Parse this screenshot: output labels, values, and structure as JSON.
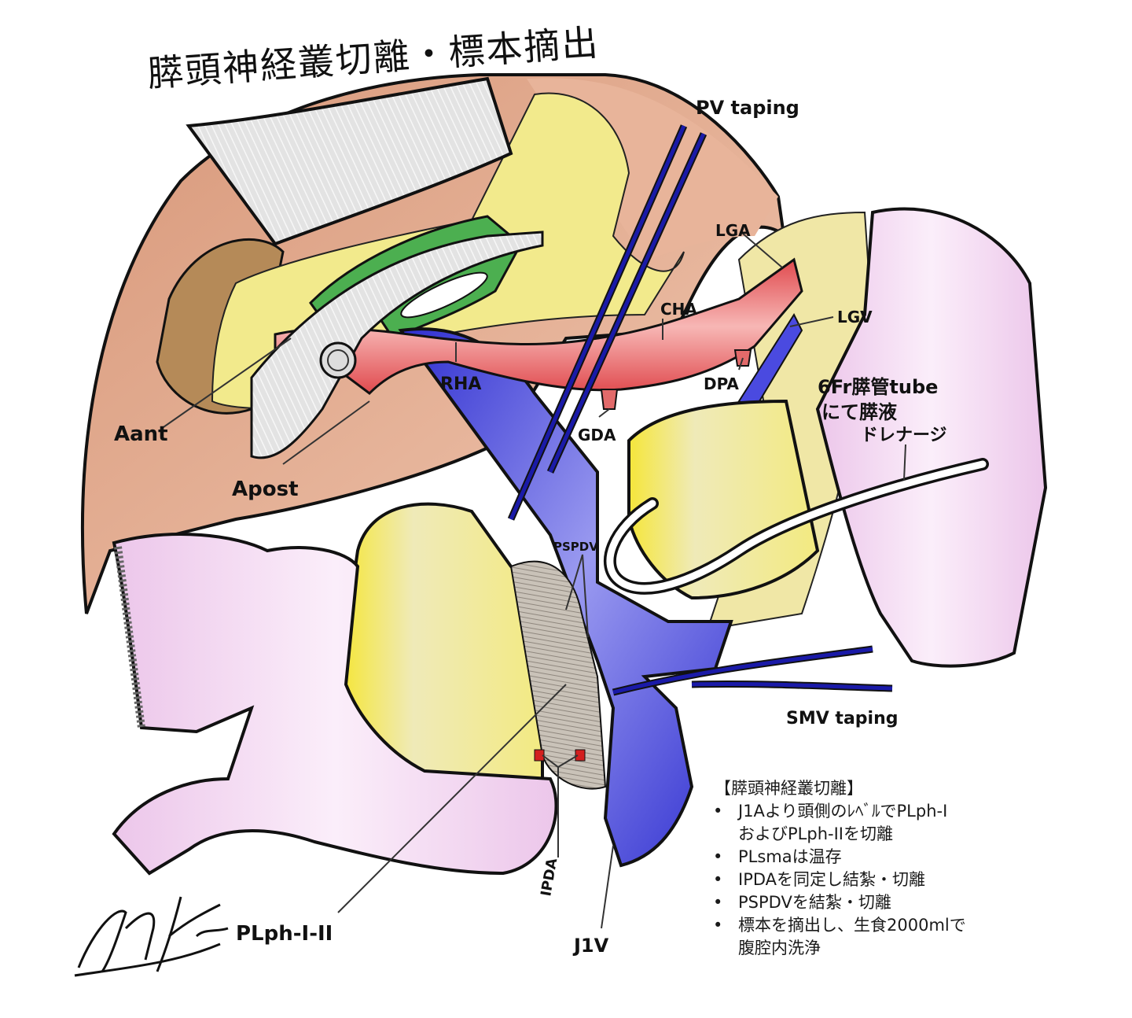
{
  "title": "膵頭神経叢切離・標本摘出",
  "labels": {
    "pv_taping": "PV taping",
    "lga": "LGA",
    "lgv": "LGV",
    "cha": "CHA",
    "dpa": "DPA",
    "gda": "GDA",
    "rha": "RHA",
    "aant": "Aant",
    "apost": "Apost",
    "pspdv": "PSPDV",
    "smv_taping": "SMV taping",
    "ipda": "IPDA",
    "j1v": "J1V",
    "plph": "PLph-I-II",
    "drain_line1": "6Fr膵管tube",
    "drain_line2": "にて膵液",
    "drain_line3": "ドレナージ"
  },
  "signature": "M Kondo",
  "notes": {
    "heading": "【膵頭神経叢切離】",
    "items": [
      {
        "line1": "J1Aより頭側のﾚﾍﾞﾙでPLph-I",
        "line2": "およびPLph-IIを切離"
      },
      {
        "line1": "PLsmaは温存",
        "line2": ""
      },
      {
        "line1": "IPDAを同定し結紮・切離",
        "line2": ""
      },
      {
        "line1": "PSPDVを結紮・切離",
        "line2": ""
      },
      {
        "line1": "標本を摘出し、生食2000mlで",
        "line2": "腹腔内洗浄"
      }
    ]
  },
  "colors": {
    "liver": "#e2a98a",
    "fat": "#f2ea8c",
    "artery": "#e8575a",
    "vein": "#3a3ad8",
    "tape": "#1a1aa8",
    "bowel": "#f0d2ee",
    "pancreas": "#f3ee9e",
    "retractor": "#dcdcdc",
    "gallbladder_bed": "#b58a58",
    "duct_tissue": "#4caf50"
  }
}
